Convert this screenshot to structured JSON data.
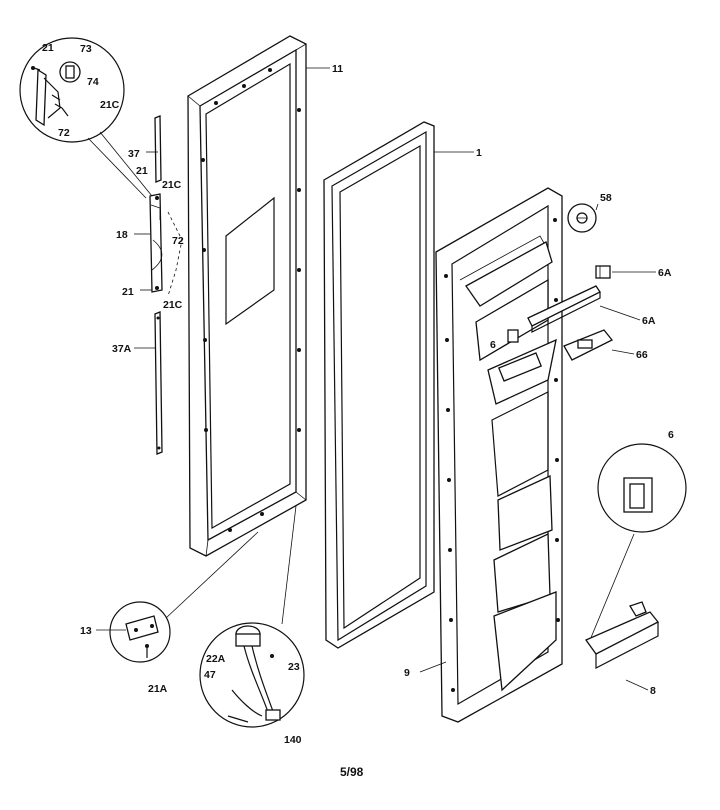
{
  "labels": {
    "l21_top": "21",
    "l73": "73",
    "l74": "74",
    "l21c_top": "21C",
    "l72_top": "72",
    "l11": "11",
    "l37": "37",
    "l21_mid": "21",
    "l21c_mid": "21C",
    "l18": "18",
    "l72_mid": "72",
    "l21_low": "21",
    "l21c_low": "21C",
    "l37a": "37A",
    "l1": "1",
    "l58": "58",
    "l6a_top": "6A",
    "l6a_mid": "6A",
    "l6_mid": "6",
    "l66": "66",
    "l6_right": "6",
    "l13": "13",
    "l21a": "21A",
    "l22a": "22A",
    "l23": "23",
    "l47": "47",
    "l140": "140",
    "l9": "9",
    "l8": "8"
  },
  "footer": {
    "date_code": "5/98"
  }
}
